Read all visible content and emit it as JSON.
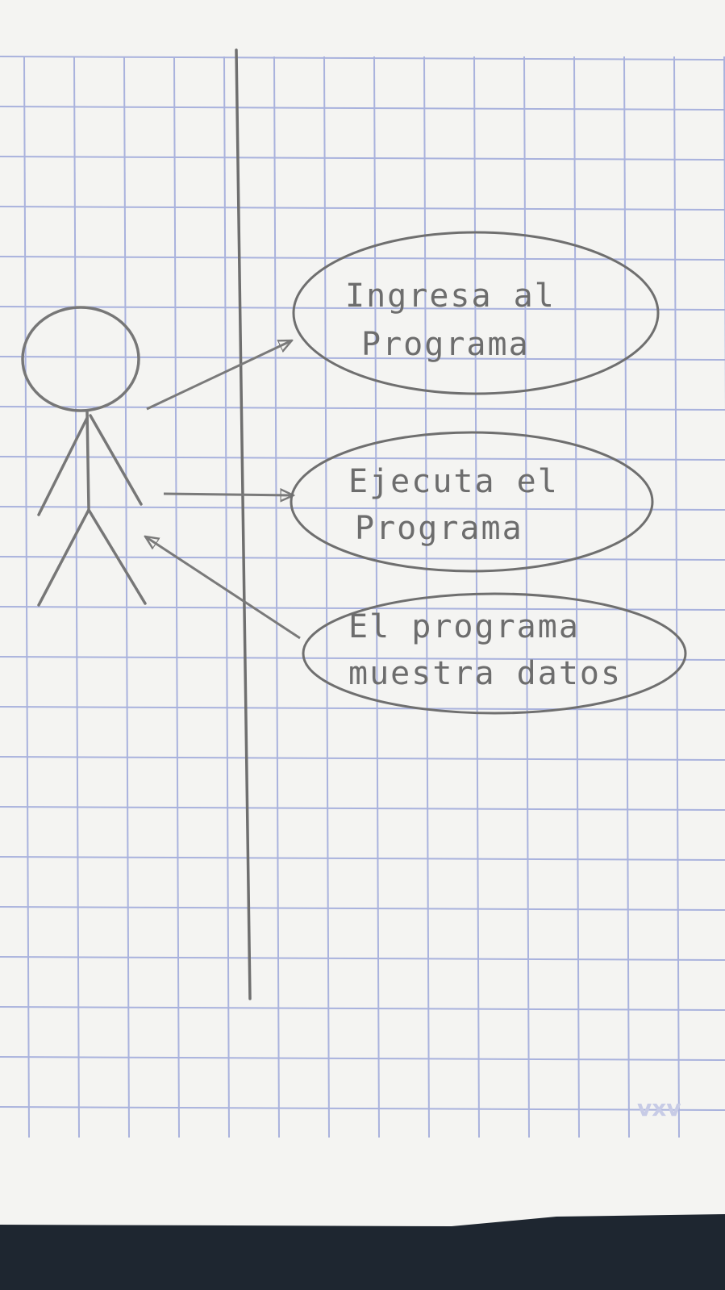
{
  "diagram": {
    "use_cases": [
      {
        "line1": "Ingresa al",
        "line2": "Programa"
      },
      {
        "line1": "Ejecuta el",
        "line2": "Programa"
      },
      {
        "line1": "El programa",
        "line2": "muestra datos"
      }
    ],
    "watermark": "vxv",
    "colors": {
      "pencil": "#7a7a7a",
      "grid": "#a9b2dd",
      "paper": "#f4f4f2",
      "background": "#1e2630"
    }
  }
}
